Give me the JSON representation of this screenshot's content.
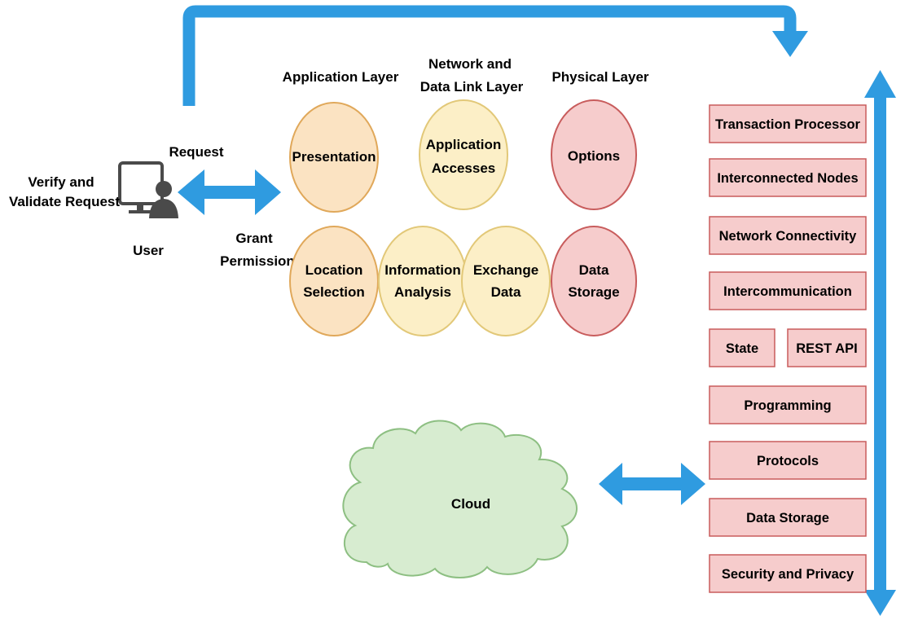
{
  "user": {
    "verify_line1": "Verify and",
    "verify_line2": "Validate Request",
    "request": "Request",
    "user_label": "User",
    "grant_line1": "Grant",
    "grant_line2": "Permission"
  },
  "layers": {
    "application": "Application Layer",
    "network_line1": "Network and",
    "network_line2": "Data Link Layer",
    "physical": "Physical Layer"
  },
  "circles": {
    "presentation": "Presentation",
    "app_access_line1": "Application",
    "app_access_line2": "Accesses",
    "options": "Options",
    "location_line1": "Location",
    "location_line2": "Selection",
    "info_line1": "Information",
    "info_line2": "Analysis",
    "exchange_line1": "Exchange",
    "exchange_line2": "Data",
    "datastorage_line1": "Data",
    "datastorage_line2": "Storage"
  },
  "stack": [
    "Transaction Processor",
    "Interconnected Nodes",
    "Network Connectivity",
    "Intercommunication",
    "State",
    "REST API",
    "Programming",
    "Protocols",
    "Data Storage",
    "Security and Privacy"
  ],
  "cloud": "Cloud",
  "colors": {
    "arrow": "#2f9be0",
    "orange_fill": "#fbe3c2",
    "orange_stroke": "#e0a85a",
    "yellow_fill": "#fcefc7",
    "yellow_stroke": "#e2c878",
    "red_fill": "#f6cccc",
    "red_stroke": "#c85c5c",
    "cloud_fill": "#d7ecd0",
    "cloud_stroke": "#8dbf82"
  }
}
